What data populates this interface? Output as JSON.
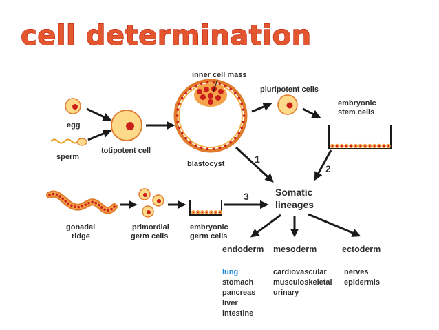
{
  "title": "cell determination",
  "labels": {
    "egg": "egg",
    "sperm": "sperm",
    "totipotent": "totipotent cell",
    "inner_mass": "inner cell mass",
    "blastocyst": "blastocyst",
    "pluripotent": "pluripotent cells",
    "esc_1": "embryonic",
    "esc_2": "stem cells",
    "somatic_1": "Somatic",
    "somatic_2": "lineages",
    "gonadal_1": "gonadal",
    "gonadal_2": "ridge",
    "primordial_1": "primordial",
    "primordial_2": "germ cells",
    "egc_1": "embryonic",
    "egc_2": "germ cells"
  },
  "routes": [
    "1",
    "2",
    "3"
  ],
  "germ_layers": [
    {
      "name": "endoderm",
      "tissues": [
        "lung",
        "stomach",
        "pancreas",
        "liver",
        "intestine"
      ]
    },
    {
      "name": "mesoderm",
      "tissues": [
        "cardiovascular",
        "musculoskeletal",
        "urinary"
      ]
    },
    {
      "name": "ectoderm",
      "tissues": [
        "nerves",
        "epidermis"
      ]
    }
  ],
  "colors": {
    "title_fill": "#e4572e",
    "cytoplasm": "#fdd98a",
    "cell_edge": "#e07a2c",
    "nucleus": "#cc1f1a",
    "arrow": "#1a1a1a",
    "highlight_tissue": "#1e88d6"
  }
}
